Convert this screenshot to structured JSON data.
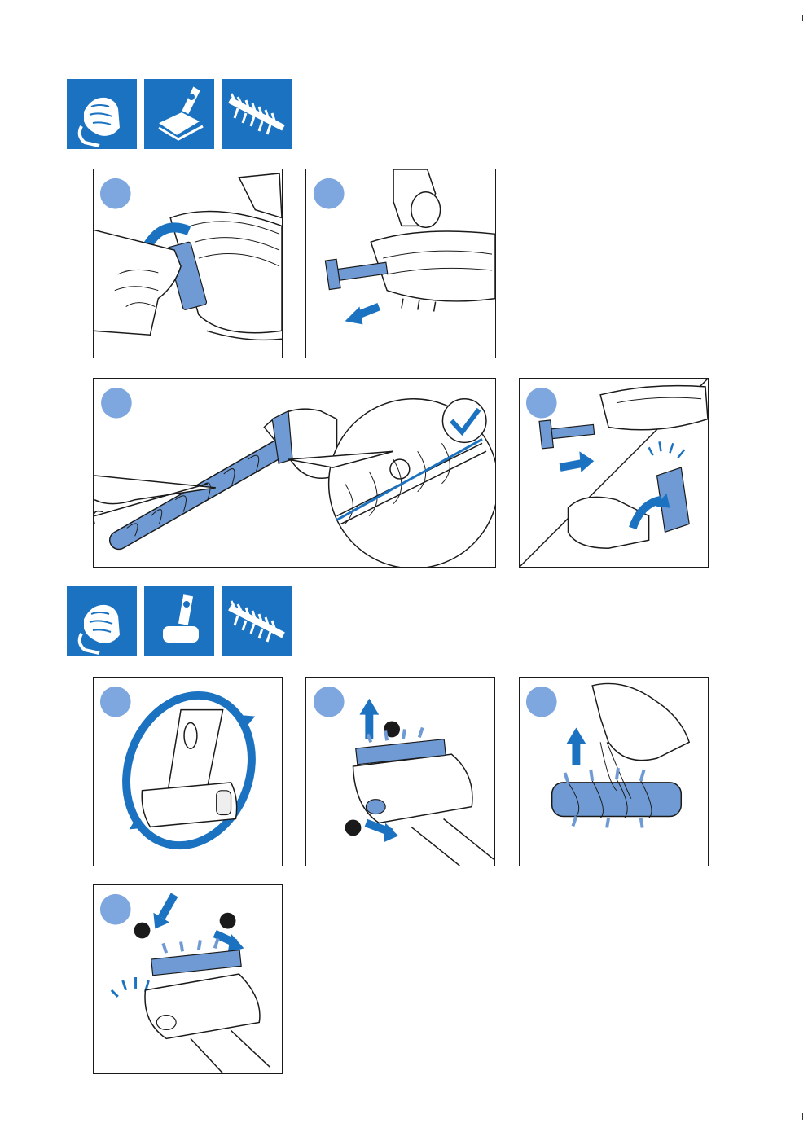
{
  "colors": {
    "brand_blue": "#1a72c1",
    "panel_blue": "#6f9ad4",
    "step_circle": "#7ea6df",
    "line": "#1a1a1a"
  },
  "sections": [
    {
      "icons": [
        "wipe-hands-icon",
        "floor-nozzle-icon",
        "brush-comb-icon"
      ],
      "steps": [
        "open-brush-cover",
        "slide-out-brush",
        "cut-hair-with-scissors",
        "reinsert-brush"
      ]
    },
    {
      "icons": [
        "wipe-hands-icon",
        "mini-turbo-brush-icon",
        "brush-comb-icon"
      ],
      "steps": [
        "flip-nozzle",
        "release-and-pull-brush",
        "remove-hair",
        "insert-brush-click"
      ]
    }
  ]
}
